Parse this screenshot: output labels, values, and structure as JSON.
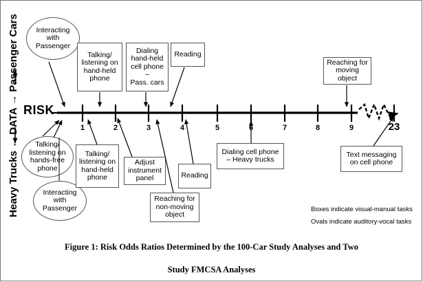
{
  "figure": {
    "axis_label_left": "Heavy Trucks",
    "axis_label_center": "DATA",
    "axis_label_right": "Passenger Cars",
    "axis_label_full": "Heavy Trucks ← DATA → Passenger Cars",
    "risk_label": "RISK",
    "caption_line1": "Figure 1:  Risk Odds Ratios Determined by the 100-Car Study Analyses and Two",
    "caption_line2": "Study FMCSA Analyses"
  },
  "legend": {
    "line1": "Boxes indicate visual-manual tasks",
    "line2": "Ovals indicate auditory-vocal tasks"
  },
  "chart_data": {
    "type": "scatter",
    "title": "Risk Odds Ratios Determined by the 100-Car Study Analyses and Two Study FMCSA Analyses",
    "xlabel": "RISK",
    "ylabel": "Heavy Trucks ← DATA → Passenger Cars",
    "xlim": [
      0,
      23
    ],
    "axis_break_between": [
      9,
      23
    ],
    "tick_labels": [
      "1",
      "2",
      "3",
      "4",
      "5",
      "6",
      "7",
      "8",
      "9",
      "23"
    ],
    "tick_values": [
      1,
      2,
      3,
      4,
      5,
      6,
      7,
      8,
      9,
      23
    ],
    "grid": false,
    "legend_position": "bottom-right",
    "annotations": [
      {
        "label": "Interacting with Passenger",
        "shape": "oval",
        "side": "passenger-cars",
        "odds_ratio": 0.4
      },
      {
        "label": "Talking/ listening on hand-held phone",
        "shape": "box",
        "side": "passenger-cars",
        "odds_ratio": 1.3
      },
      {
        "label": "Dialing hand-held cell phone – Pass. cars",
        "shape": "box",
        "side": "passenger-cars",
        "odds_ratio": 2.8
      },
      {
        "label": "Reading",
        "shape": "box",
        "side": "passenger-cars",
        "odds_ratio": 3.4
      },
      {
        "label": "Reaching for moving object",
        "shape": "box",
        "side": "passenger-cars",
        "odds_ratio": 8.8
      },
      {
        "label": "Talking/ listening on hands-free phone",
        "shape": "oval",
        "side": "heavy-trucks",
        "odds_ratio": 0.4
      },
      {
        "label": "Interacting with Passenger",
        "shape": "oval",
        "side": "heavy-trucks",
        "odds_ratio": 0.6
      },
      {
        "label": "Talking/ listening on hand-held phone",
        "shape": "box",
        "side": "heavy-trucks",
        "odds_ratio": 1.0
      },
      {
        "label": "Adjust instrument panel",
        "shape": "box",
        "side": "heavy-trucks",
        "odds_ratio": 1.8
      },
      {
        "label": "Reaching for non-moving object",
        "shape": "box",
        "side": "heavy-trucks",
        "odds_ratio": 3.1
      },
      {
        "label": "Reading",
        "shape": "box",
        "side": "heavy-trucks",
        "odds_ratio": 4.0
      },
      {
        "label": "Dialing cell phone – Heavy trucks",
        "shape": "box",
        "side": "heavy-trucks",
        "odds_ratio": 5.9
      },
      {
        "label": "Text messaging on cell phone",
        "shape": "box",
        "side": "heavy-trucks",
        "odds_ratio": 23.2
      }
    ]
  },
  "nodes": {
    "top": [
      {
        "id": "interacting-with-passenger-top",
        "shape": "oval",
        "text": "Interacting\nwith\nPassenger"
      },
      {
        "id": "talking-listening-handheld-top",
        "shape": "box",
        "text": "Talking/\nlistening on\nhand-held\nphone"
      },
      {
        "id": "dialing-handheld-pass-cars",
        "shape": "box",
        "text": "Dialing\nhand-held\ncell phone –\nPass. cars"
      },
      {
        "id": "reading-top",
        "shape": "box",
        "text": "Reading"
      },
      {
        "id": "reaching-moving-object",
        "shape": "box",
        "text": "Reaching for\nmoving\nobject"
      }
    ],
    "bottom": [
      {
        "id": "talking-listening-handsfree",
        "shape": "oval",
        "text": "Talking/\nlistening on\nhands-free\nphone"
      },
      {
        "id": "interacting-with-passenger-bottom",
        "shape": "oval",
        "text": "Interacting\nwith\nPassenger"
      },
      {
        "id": "talking-listening-handheld-bottom",
        "shape": "box",
        "text": "Talking/\nlistening on\nhand-held\nphone"
      },
      {
        "id": "adjust-instrument-panel",
        "shape": "box",
        "text": "Adjust\ninstrument\npanel"
      },
      {
        "id": "reading-bottom",
        "shape": "box",
        "text": "Reading"
      },
      {
        "id": "reaching-non-moving-object",
        "shape": "box",
        "text": "Reaching for\nnon-moving\nobject"
      },
      {
        "id": "dialing-cell-phone-heavy-trucks",
        "shape": "box",
        "text": "Dialing cell phone\n– Heavy trucks"
      },
      {
        "id": "text-messaging-cell-phone",
        "shape": "box",
        "text": "Text messaging\non cell phone"
      }
    ]
  },
  "labels": {
    "interacting_passenger_top": "Interacting\nwith\nPassenger",
    "talking_handheld_top": "Talking/\nlistening on\nhand-held\nphone",
    "dialing_handheld_pass": "Dialing\nhand-held\ncell phone –\nPass. cars",
    "reading_top": "Reading",
    "reaching_moving": "Reaching for\nmoving\nobject",
    "talking_handsfree": "Talking/\nlistening on\nhands-free\nphone",
    "interacting_passenger_bottom": "Interacting\nwith\nPassenger",
    "talking_handheld_bottom": "Talking/\nlistening on\nhand-held\nphone",
    "adjust_panel": "Adjust\ninstrument\npanel",
    "reading_bottom": "Reading",
    "reaching_non_moving": "Reaching for\nnon-moving\nobject",
    "dialing_heavy_trucks": "Dialing cell phone\n– Heavy trucks",
    "text_messaging": "Text messaging\non cell phone"
  },
  "ticks": [
    {
      "label": "1",
      "x": 120
    },
    {
      "label": "2",
      "x": 168
    },
    {
      "label": "3",
      "x": 216
    },
    {
      "label": "4",
      "x": 265
    },
    {
      "label": "5",
      "x": 316
    },
    {
      "label": "6",
      "x": 365
    },
    {
      "label": "7",
      "x": 414
    },
    {
      "label": "8",
      "x": 462
    },
    {
      "label": "9",
      "x": 511
    },
    {
      "label": "23",
      "x": 573
    }
  ],
  "colors": {
    "stroke": "#555555",
    "axis": "#000000",
    "background": "#ffffff"
  }
}
